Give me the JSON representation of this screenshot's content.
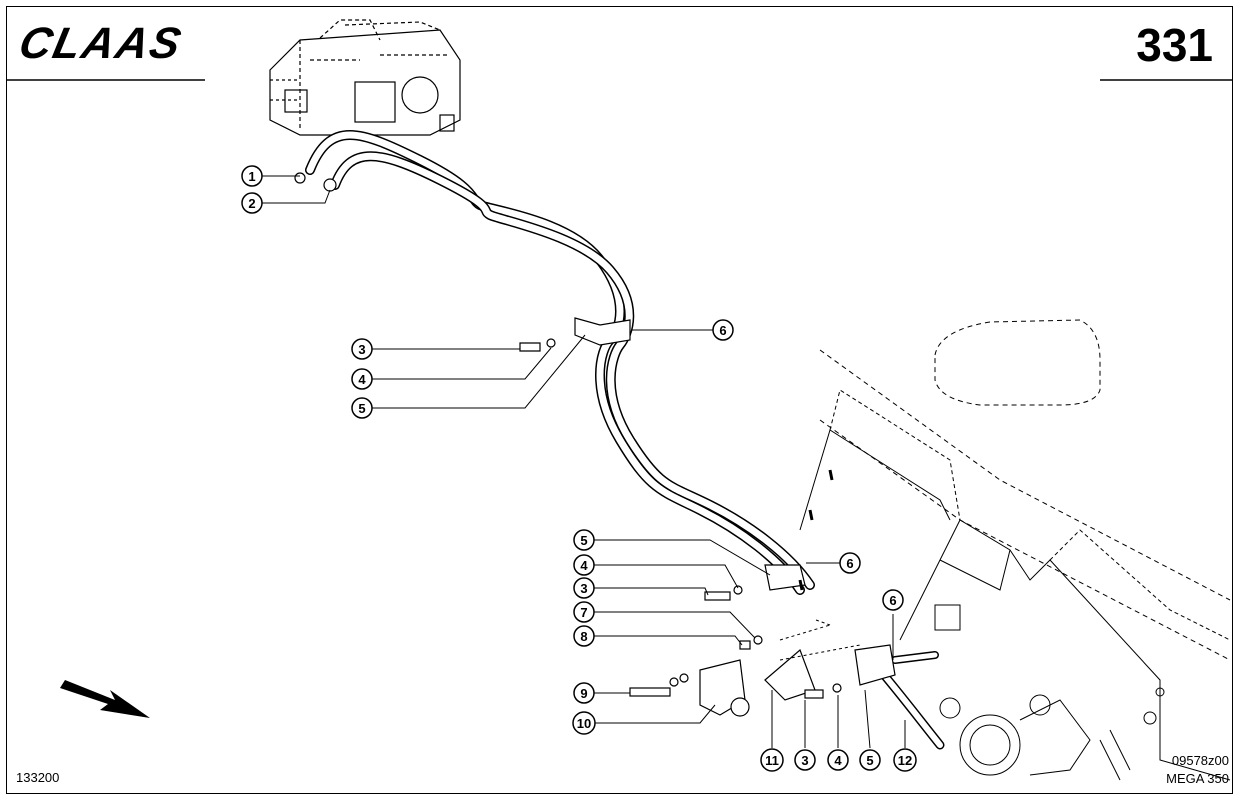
{
  "header": {
    "brand": "CLAAS",
    "page_number": "331"
  },
  "footer": {
    "diagram_code": "133200",
    "figure_code": "09578z00",
    "model": "MEGA 350"
  },
  "callouts": [
    {
      "label": "1"
    },
    {
      "label": "2"
    },
    {
      "label": "3"
    },
    {
      "label": "4"
    },
    {
      "label": "5"
    },
    {
      "label": "6"
    },
    {
      "label": "5"
    },
    {
      "label": "4"
    },
    {
      "label": "3"
    },
    {
      "label": "7"
    },
    {
      "label": "8"
    },
    {
      "label": "9"
    },
    {
      "label": "10"
    },
    {
      "label": "6"
    },
    {
      "label": "6"
    },
    {
      "label": "11"
    },
    {
      "label": "3"
    },
    {
      "label": "4"
    },
    {
      "label": "5"
    },
    {
      "label": "12"
    }
  ]
}
